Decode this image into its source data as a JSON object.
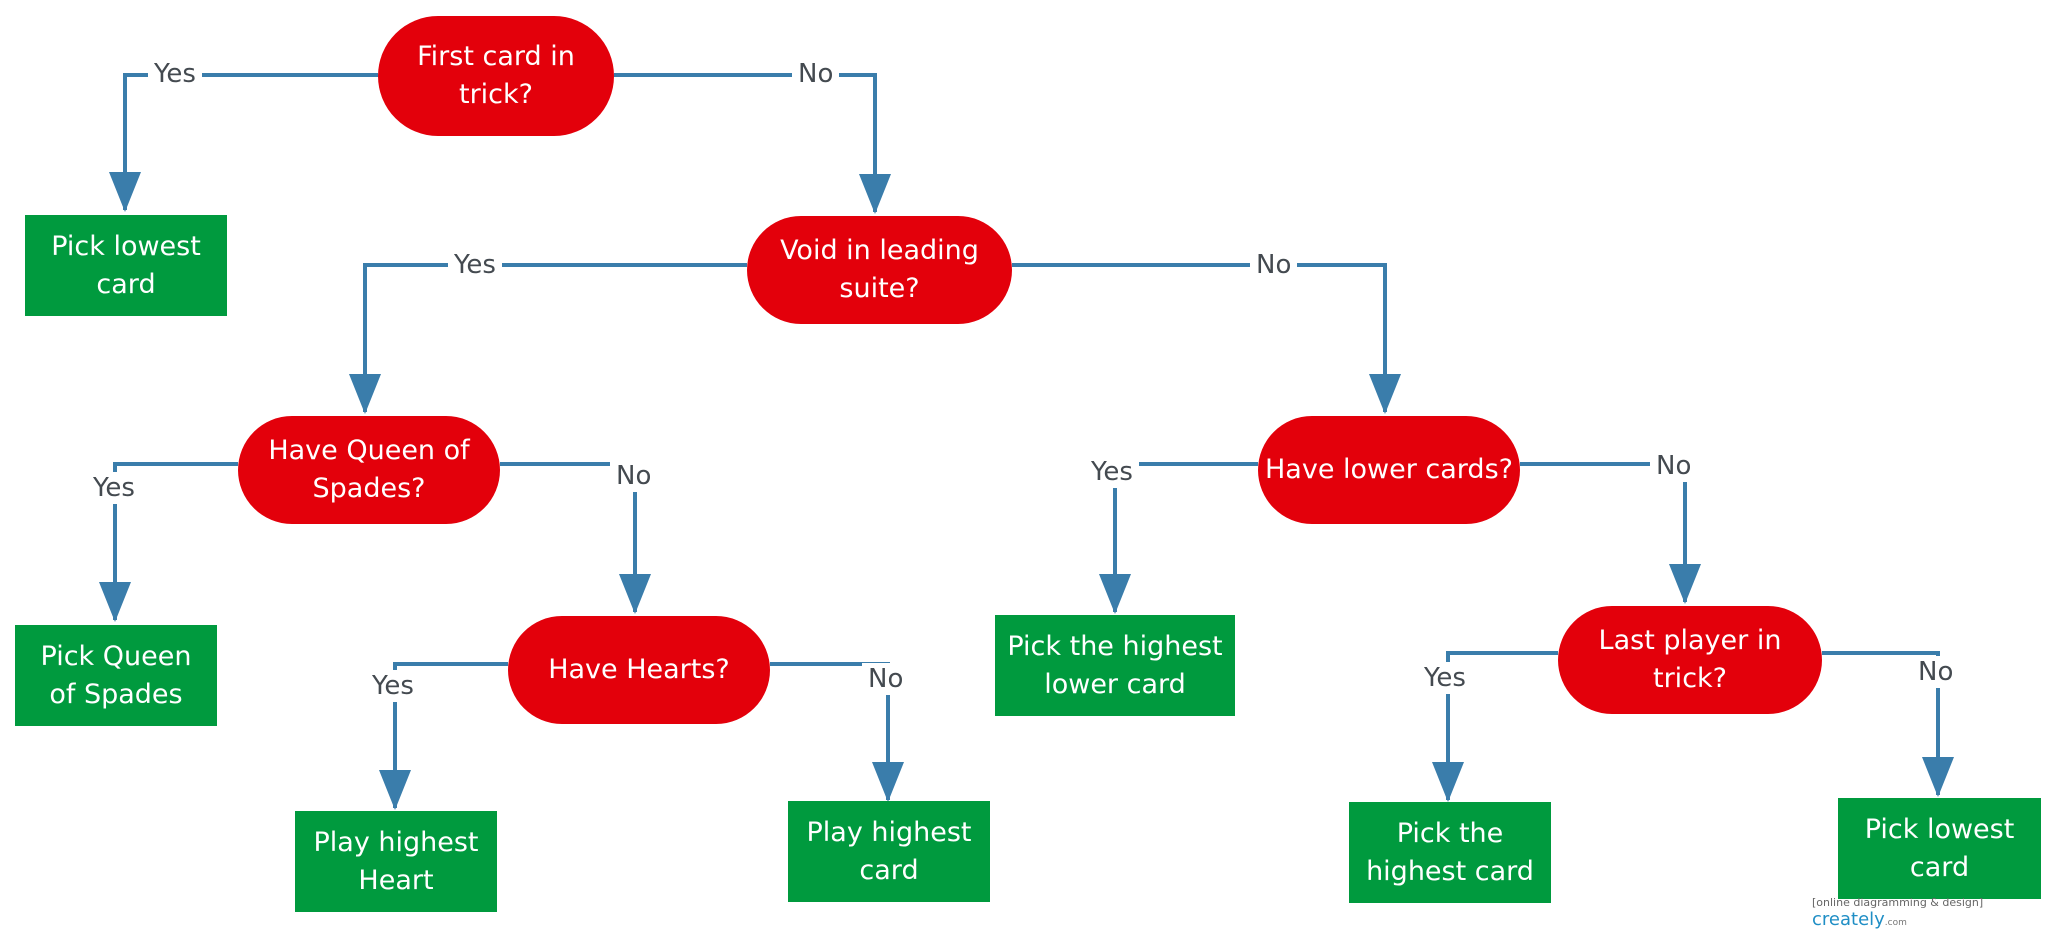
{
  "nodes": {
    "first_card": "First card in\ntrick?",
    "pick_lowest_1": "Pick lowest\ncard",
    "void_suite": "Void in leading\nsuite?",
    "have_queen": "Have Queen of\nSpades?",
    "have_lower": "Have lower cards?",
    "pick_queen": "Pick Queen\nof Spades",
    "have_hearts": "Have Hearts?",
    "pick_highest_lower": "Pick the highest\nlower card",
    "last_player": "Last player in\ntrick?",
    "play_highest_heart": "Play highest\nHeart",
    "play_highest_card": "Play highest\ncard",
    "pick_highest_card": "Pick the\nhighest card",
    "pick_lowest_2": "Pick lowest\ncard"
  },
  "edges": {
    "yes": "Yes",
    "no": "No"
  },
  "colors": {
    "decision": "#e3000b",
    "action": "#009a3e",
    "connector": "#3a7dab",
    "label": "#444a50"
  },
  "watermark": {
    "tagline": "[online diagramming & design]",
    "brand": "creately",
    "suffix": ".com"
  }
}
